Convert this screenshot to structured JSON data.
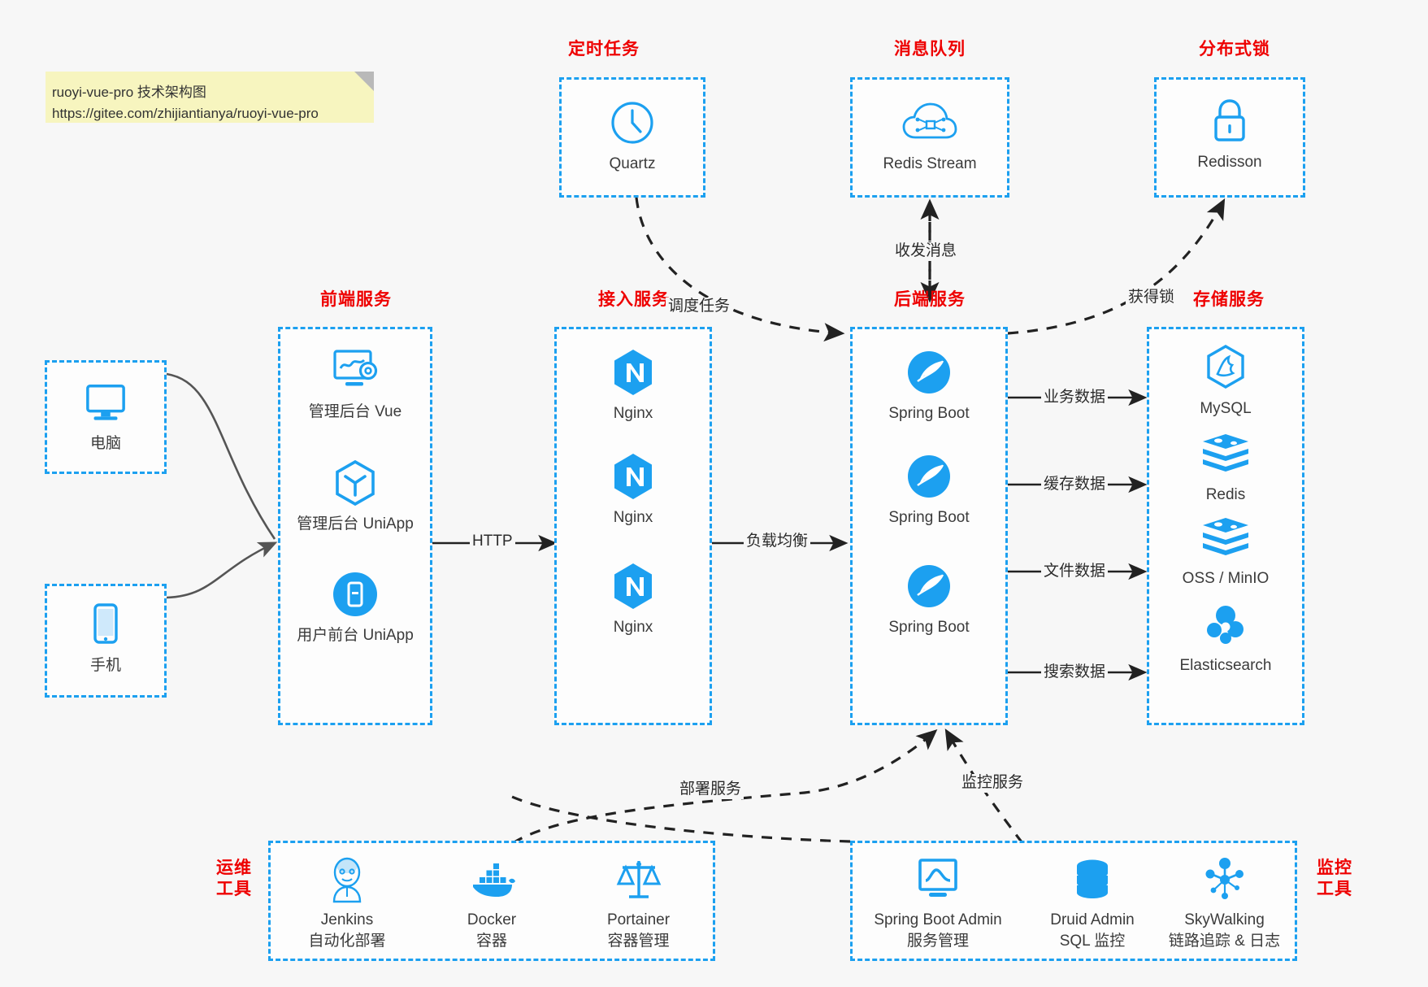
{
  "note": {
    "line1": "ruoyi-vue-pro 技术架构图",
    "line2": "https://gitee.com/zhijiantianya/ruoyi-vue-pro"
  },
  "colors": {
    "accent_blue": "#1ca0f0",
    "title_red": "#ee0000",
    "background": "#f7f7f7",
    "note_yellow": "#f7f5bf",
    "text_dark": "#3b3b3b"
  },
  "groups": {
    "scheduled_task": {
      "title": "定时任务"
    },
    "message_queue": {
      "title": "消息队列"
    },
    "distributed_lock": {
      "title": "分布式锁"
    },
    "frontend": {
      "title": "前端服务"
    },
    "gateway": {
      "title": "接入服务"
    },
    "backend": {
      "title": "后端服务"
    },
    "storage": {
      "title": "存储服务"
    },
    "devops": {
      "title_line1": "运维",
      "title_line2": "工具"
    },
    "monitor": {
      "title_line1": "监控",
      "title_line2": "工具"
    }
  },
  "clients": [
    {
      "icon": "desktop-computer-icon",
      "label": "电脑"
    },
    {
      "icon": "mobile-phone-icon",
      "label": "手机"
    }
  ],
  "scheduled_task_nodes": [
    {
      "icon": "clock-icon",
      "label": "Quartz"
    }
  ],
  "message_queue_nodes": [
    {
      "icon": "cloud-stream-icon",
      "label": "Redis Stream"
    }
  ],
  "distributed_lock_nodes": [
    {
      "icon": "lock-icon",
      "label": "Redisson"
    }
  ],
  "frontend_nodes": [
    {
      "icon": "dashboard-vue-icon",
      "label": "管理后台 Vue"
    },
    {
      "icon": "uniapp-hexagon-icon",
      "label": "管理后台 UniApp"
    },
    {
      "icon": "mobile-app-icon",
      "label": "用户前台 UniApp"
    }
  ],
  "gateway_nodes": [
    {
      "icon": "nginx-icon",
      "label": "Nginx"
    },
    {
      "icon": "nginx-icon",
      "label": "Nginx"
    },
    {
      "icon": "nginx-icon",
      "label": "Nginx"
    }
  ],
  "backend_nodes": [
    {
      "icon": "spring-boot-icon",
      "label": "Spring Boot"
    },
    {
      "icon": "spring-boot-icon",
      "label": "Spring Boot"
    },
    {
      "icon": "spring-boot-icon",
      "label": "Spring Boot"
    }
  ],
  "storage_nodes": [
    {
      "icon": "mysql-dolphin-icon",
      "label": "MySQL"
    },
    {
      "icon": "redis-stack-icon",
      "label": "Redis"
    },
    {
      "icon": "oss-minio-icon",
      "label": "OSS / MinIO"
    },
    {
      "icon": "elasticsearch-icon",
      "label": "Elasticsearch"
    }
  ],
  "devops_nodes": [
    {
      "icon": "jenkins-butler-icon",
      "label": "Jenkins",
      "sub": "自动化部署"
    },
    {
      "icon": "docker-whale-icon",
      "label": "Docker",
      "sub": "容器"
    },
    {
      "icon": "portainer-scale-icon",
      "label": "Portainer",
      "sub": "容器管理"
    }
  ],
  "monitor_nodes": [
    {
      "icon": "spring-boot-admin-icon",
      "label": "Spring Boot Admin",
      "sub": "服务管理"
    },
    {
      "icon": "druid-database-icon",
      "label": "Druid Admin",
      "sub": "SQL 监控"
    },
    {
      "icon": "skywalking-node-icon",
      "label": "SkyWalking",
      "sub": "链路追踪 & 日志"
    }
  ],
  "edges": [
    {
      "id": "http",
      "label": "HTTP"
    },
    {
      "id": "load-balance",
      "label": "负载均衡"
    },
    {
      "id": "schedule-task",
      "label": "调度任务"
    },
    {
      "id": "send-receive-message",
      "label": "收发消息"
    },
    {
      "id": "acquire-lock",
      "label": "获得锁"
    },
    {
      "id": "business-data",
      "label": "业务数据"
    },
    {
      "id": "cache-data",
      "label": "缓存数据"
    },
    {
      "id": "file-data",
      "label": "文件数据"
    },
    {
      "id": "search-data",
      "label": "搜索数据"
    },
    {
      "id": "deploy-service",
      "label": "部署服务"
    },
    {
      "id": "monitor-service",
      "label": "监控服务"
    }
  ]
}
